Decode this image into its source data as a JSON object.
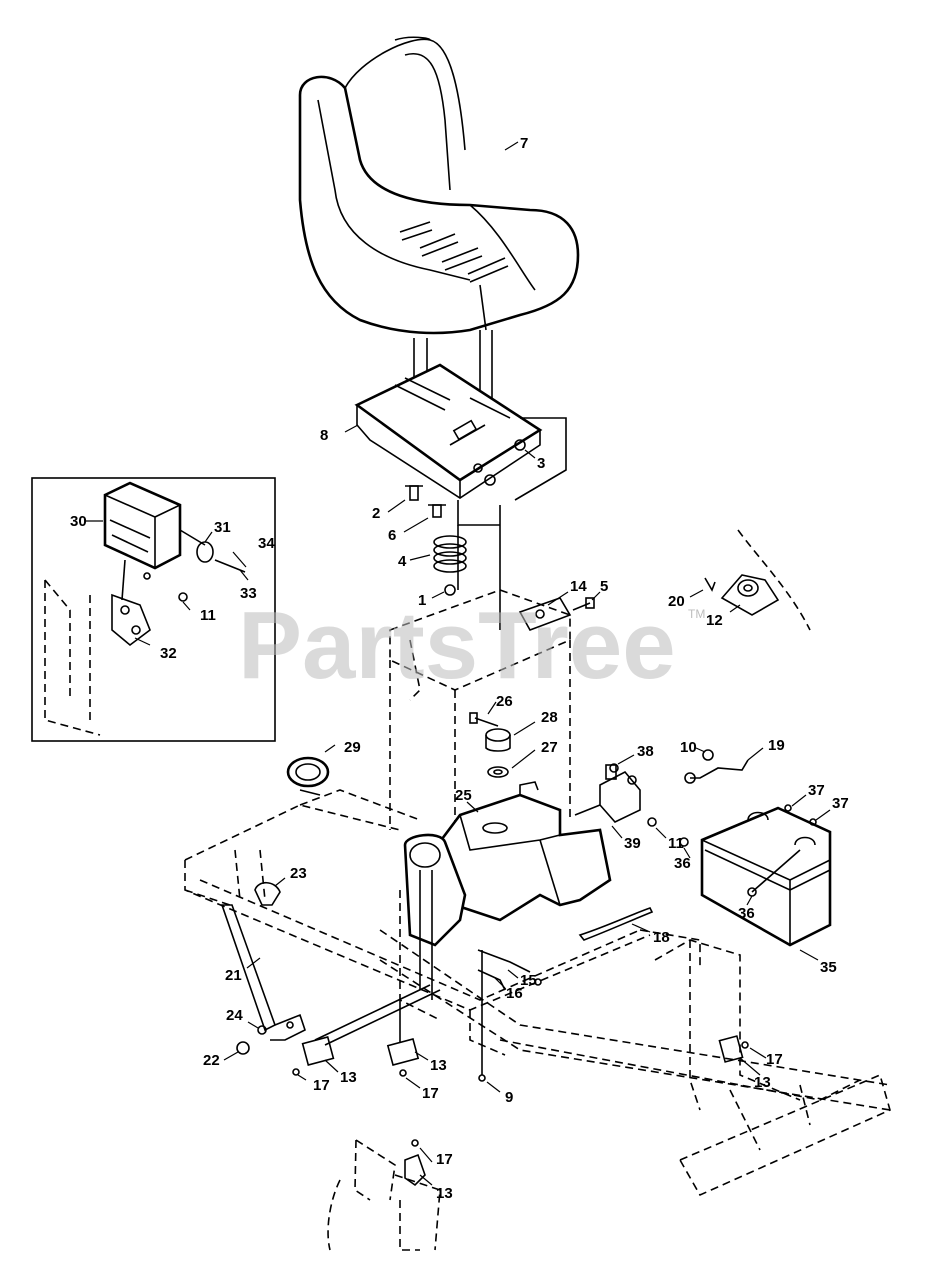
{
  "watermark": {
    "text": "PartsTree",
    "trademark": "TM"
  },
  "callouts": {
    "p1": "1",
    "p2": "2",
    "p3": "3",
    "p4": "4",
    "p5": "5",
    "p6": "6",
    "p7": "7",
    "p8": "8",
    "p9": "9",
    "p10": "10",
    "p11a": "11",
    "p11b": "11",
    "p12": "12",
    "p13a": "13",
    "p13b": "13",
    "p13c": "13",
    "p13d": "13",
    "p14": "14",
    "p15": "15",
    "p16": "16",
    "p17a": "17",
    "p17b": "17",
    "p17c": "17",
    "p17d": "17",
    "p18": "18",
    "p19": "19",
    "p20": "20",
    "p21": "21",
    "p22": "22",
    "p23": "23",
    "p24": "24",
    "p25": "25",
    "p26": "26",
    "p27": "27",
    "p28": "28",
    "p29": "29",
    "p30": "30",
    "p31": "31",
    "p32": "32",
    "p33": "33",
    "p34": "34",
    "p35": "35",
    "p36a": "36",
    "p36b": "36",
    "p37a": "37",
    "p37b": "37",
    "p38": "38",
    "p39": "39"
  }
}
